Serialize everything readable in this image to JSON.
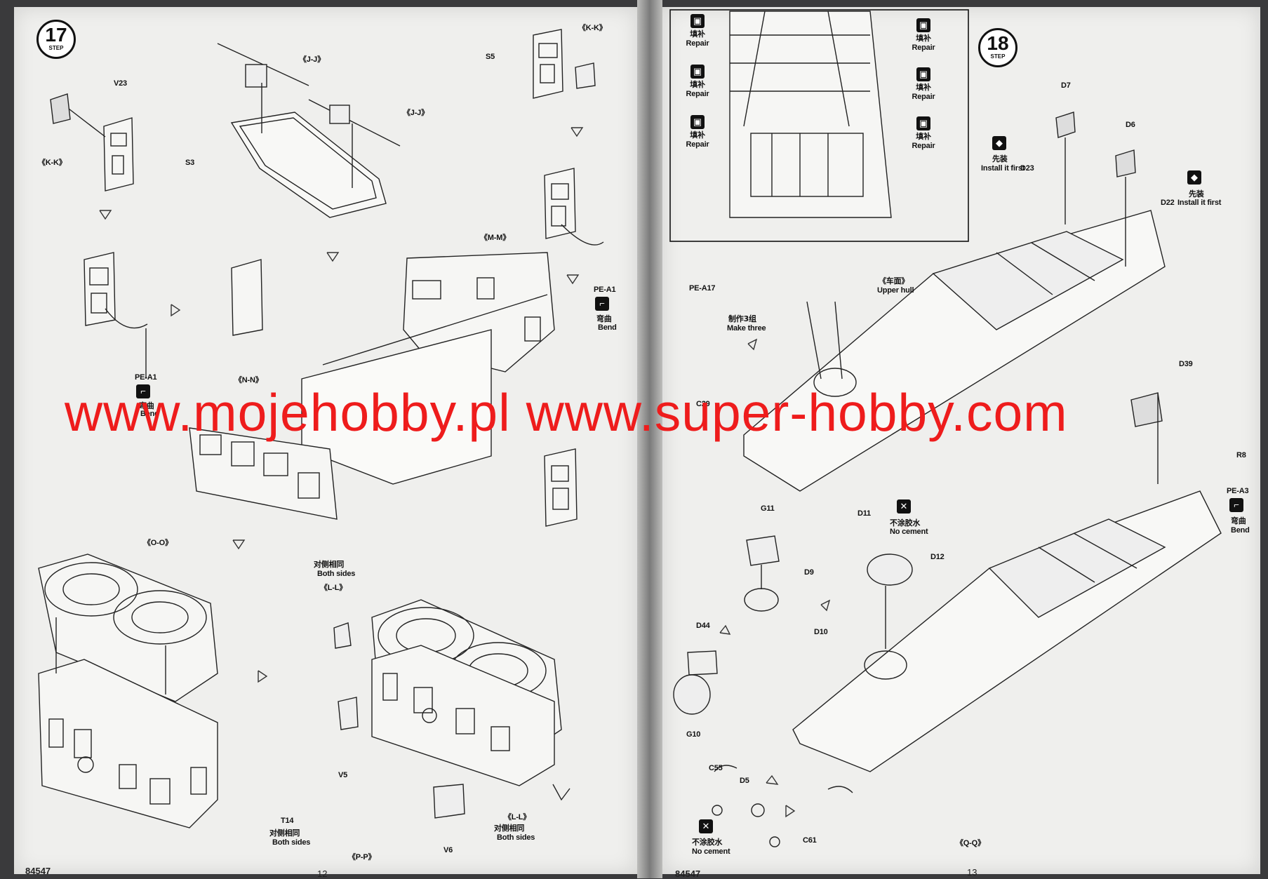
{
  "left_page": {
    "catalog_number": "84547",
    "page_number": "12",
    "step": {
      "number": "17",
      "word": "STEP"
    },
    "labels": {
      "v23": "V23",
      "kk_left": "《K-K》",
      "jj_top": "《J-J》",
      "jj_mid": "《J-J》",
      "s3": "S3",
      "kk_right": "《K-K》",
      "s5": "S5",
      "mm": "《M-M》",
      "nn": "《N-N》",
      "pe_a1_left_code": "PE-A1",
      "pe_a1_left_cn": "弯曲",
      "pe_a1_left_en": "Bend",
      "pe_a1_right_code": "PE-A1",
      "pe_a1_right_cn": "弯曲",
      "pe_a1_right_en": "Bend",
      "oo": "《O-O》",
      "both_sides_cn_1": "对侧相同",
      "both_sides_en_1": "Both sides",
      "ll_1": "《L-L》",
      "v5": "V5",
      "t14": "T14",
      "both_sides_cn_2": "对侧相同",
      "both_sides_en_2": "Both sides",
      "v6": "V6",
      "ll_2": "《L-L》",
      "both_sides_cn_3": "对侧相同",
      "both_sides_en_3": "Both sides",
      "pp": "《P-P》"
    }
  },
  "right_page": {
    "catalog_number": "84547",
    "page_number": "13",
    "step": {
      "number": "18",
      "word": "STEP"
    },
    "inset_labels": {
      "repair_cn": "填补",
      "repair_en": "Repair"
    },
    "labels": {
      "d7": "D7",
      "d6": "D6",
      "install_cn_1": "先装",
      "install_en_1": "Install it first",
      "d23": "D23",
      "install_cn_2": "先装",
      "install_en_2": "Install it first",
      "d22": "D22",
      "pe_a17": "PE-A17",
      "make_three_cn": "制作3组",
      "make_three_en": "Make three",
      "upper_hull_cn": "《车面》",
      "upper_hull_en": "Upper hull",
      "c29": "C29",
      "d39": "D39",
      "r8": "R8",
      "pe_a3_code": "PE-A3",
      "pe_a3_cn": "弯曲",
      "pe_a3_en": "Bend",
      "g11": "G11",
      "d11": "D11",
      "no_cement_cn_1": "不涂胶水",
      "no_cement_en_1": "No cement",
      "d12": "D12",
      "d9": "D9",
      "d10": "D10",
      "d44": "D44",
      "g10": "G10",
      "c55": "C55",
      "d5": "D5",
      "c61": "C61",
      "no_cement_cn_2": "不涂胶水",
      "no_cement_en_2": "No cement",
      "qq": "《Q-Q》"
    }
  },
  "watermark": "www.mojehobby.pl www.super-hobby.com",
  "colors": {
    "watermark": "#ee1c1c",
    "paper": "#efefed",
    "ink": "#111111"
  }
}
